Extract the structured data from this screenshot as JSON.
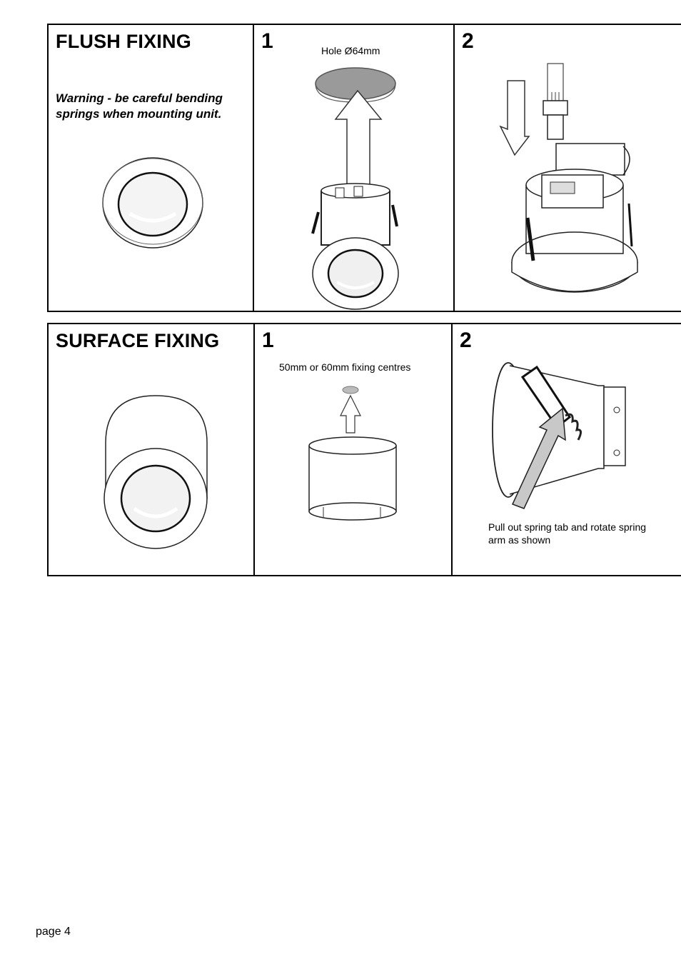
{
  "flush": {
    "title": "FLUSH FIXING",
    "warning": "Warning - be careful bending springs when mounting unit.",
    "step1": {
      "number": "1",
      "caption": "Hole Ø64mm"
    },
    "step2": {
      "number": "2"
    }
  },
  "surface": {
    "title": "SURFACE FIXING",
    "step1": {
      "number": "1",
      "caption": "50mm or 60mm fixing centres"
    },
    "step2": {
      "number": "2",
      "note": "Pull out spring tab and rotate spring arm as shown"
    }
  },
  "footer": {
    "page": "page 4"
  }
}
